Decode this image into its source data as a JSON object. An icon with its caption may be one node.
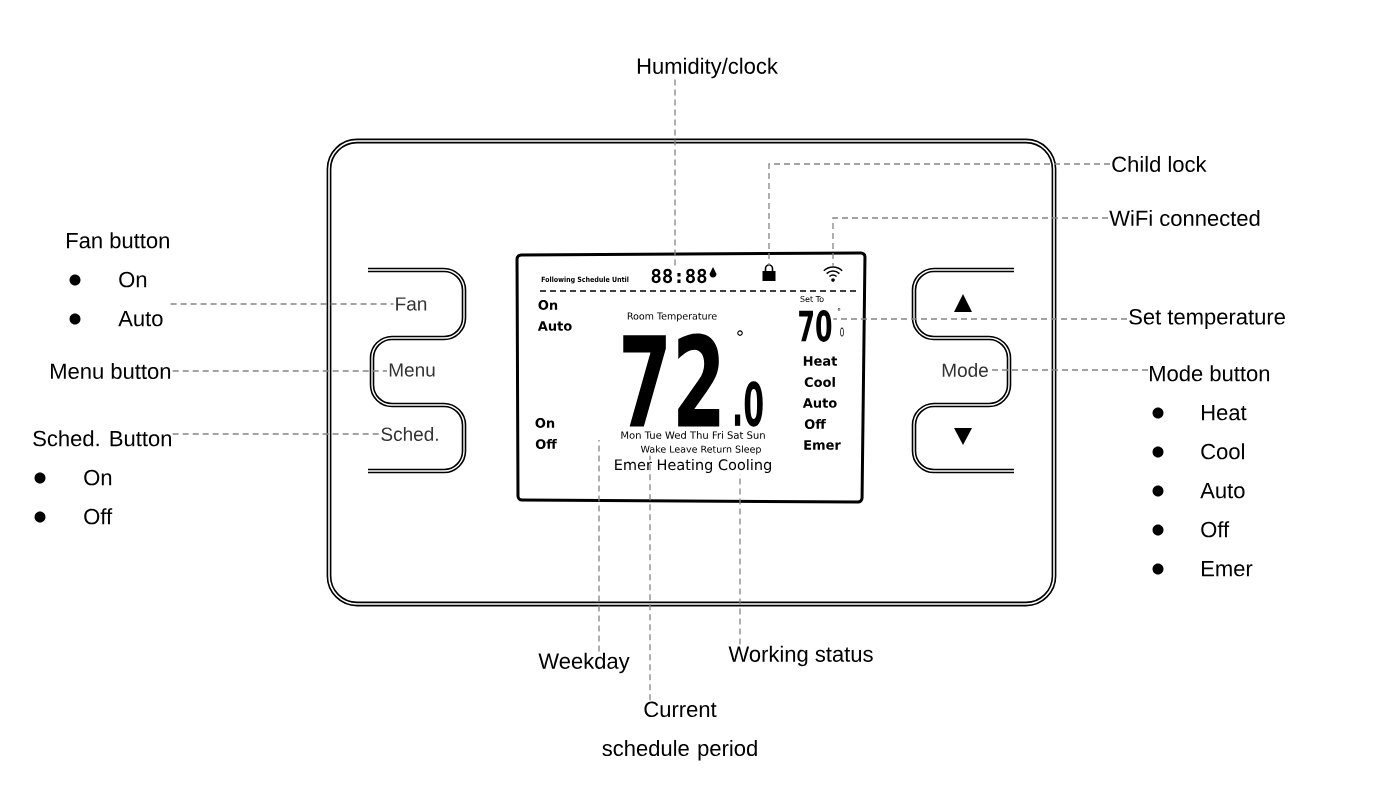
{
  "diagram": {
    "nodes": [
      {
        "text": [
          "Humidity/clock"
        ]
      },
      {
        "text": [
          "Child lock"
        ]
      },
      {
        "text": [
          "WiFi connected"
        ]
      },
      {
        "text": [
          "Fan button",
          "On",
          "Auto"
        ]
      },
      {
        "text": [
          "Set temperature"
        ]
      },
      {
        "text": [
          "Menu button"
        ]
      },
      {
        "text": [
          "Mode button",
          "Heat",
          "Cool",
          "Auto",
          "Off",
          "Emer"
        ]
      },
      {
        "text": [
          "Sched. Button",
          "On",
          "Off"
        ]
      },
      {
        "text": [
          "Weekday"
        ]
      },
      {
        "text": [
          "Working status"
        ]
      },
      {
        "text": [
          "Current schedule period"
        ]
      },
      {
        "text": [
          "Fan"
        ]
      },
      {
        "text": [
          "Menu"
        ]
      },
      {
        "text": [
          "Sched."
        ]
      },
      {
        "text": [
          "Mode"
        ]
      },
      {
        "text": [
          "88:88"
        ]
      },
      {
        "text": [],
        "shape": "lock"
      },
      {
        "text": [],
        "shape": "wifi"
      },
      {
        "text": [
          "70"
        ]
      },
      {
        "text": [
          "Mon Tue Wed Thu Fri Sat Sun"
        ]
      },
      {
        "text": [
          "Wake Leave Return Sleep"
        ]
      },
      {
        "text": [
          "Emer Heating Cooling"
        ]
      }
    ],
    "edges": [
      {
        "from": 0,
        "to": 15,
        "arrow": "none"
      },
      {
        "from": 1,
        "to": 16,
        "arrow": "none"
      },
      {
        "from": 2,
        "to": 17,
        "arrow": "none"
      },
      {
        "from": 3,
        "to": 11,
        "arrow": "none"
      },
      {
        "from": 4,
        "to": 18,
        "arrow": "none"
      },
      {
        "from": 5,
        "to": 12,
        "arrow": "none"
      },
      {
        "from": 6,
        "to": 14,
        "arrow": "none"
      },
      {
        "from": 7,
        "to": 13,
        "arrow": "none"
      },
      {
        "from": 8,
        "to": 19,
        "arrow": "none"
      },
      {
        "from": 9,
        "to": 21,
        "arrow": "none"
      },
      {
        "from": 10,
        "to": 20,
        "arrow": "none"
      }
    ],
    "labels": [
      "Following Schedule Until",
      "On",
      "Auto",
      "Set To",
      "Room Temperature",
      "72",
      "°",
      "0",
      "Heat",
      "Cool",
      "Auto",
      ".0",
      "Off",
      "On",
      "Off",
      "Emer",
      "°"
    ]
  }
}
